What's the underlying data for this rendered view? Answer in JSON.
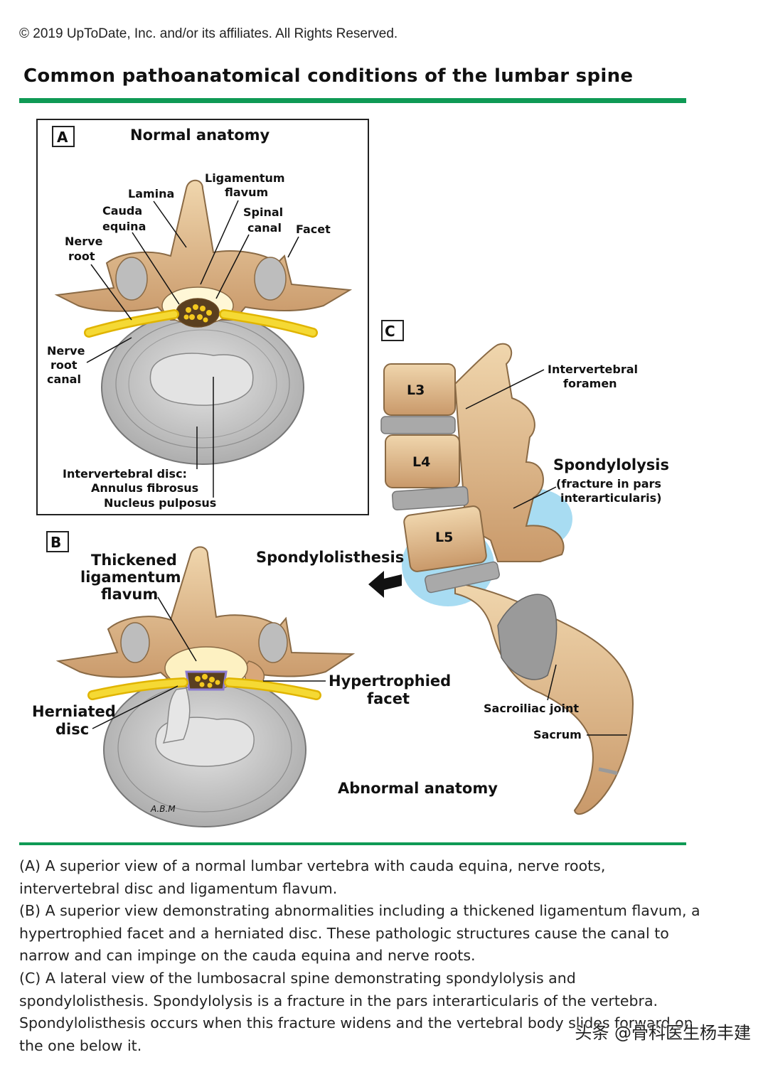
{
  "header": {
    "copyright": "© 2019 UpToDate, Inc. and/or its affiliates. All Rights Reserved.",
    "title": "Common pathoanatomical conditions of the lumbar spine"
  },
  "panel_a": {
    "letter": "A",
    "heading": "Normal anatomy",
    "labels": {
      "ligamentum_flavum": [
        "Ligamentum",
        "flavum"
      ],
      "lamina": "Lamina",
      "cauda_equina": [
        "Cauda",
        "equina"
      ],
      "spinal_canal": [
        "Spinal",
        "canal"
      ],
      "facet": "Facet",
      "nerve_root": [
        "Nerve",
        "root"
      ],
      "nerve_root_canal": [
        "Nerve",
        "root",
        "canal"
      ],
      "disc": [
        "Intervertebral disc:",
        "Annulus fibrosus",
        "Nucleus pulposus"
      ]
    }
  },
  "panel_b": {
    "letter": "B",
    "labels": {
      "thickened": [
        "Thickened",
        "ligamentum",
        "flavum"
      ],
      "hypertrophied": [
        "Hypertrophied",
        "facet"
      ],
      "herniated": [
        "Herniated",
        "disc"
      ],
      "signature": "A.B.M"
    }
  },
  "panel_c": {
    "letter": "C",
    "labels": {
      "foramen": [
        "Intervertebral",
        "foramen"
      ],
      "L3": "L3",
      "L4": "L4",
      "L5": "L5",
      "spondylolysis": "Spondylolysis",
      "spondylolysis_note": [
        "(fracture in pars",
        "interarticularis)"
      ],
      "spondylolisthesis": "Spondylolisthesis",
      "sacroiliac": "Sacroiliac joint",
      "sacrum": "Sacrum",
      "abnormal": "Abnormal anatomy"
    }
  },
  "caption": [
    "(A) A superior view of a normal lumbar vertebra with cauda equina, nerve roots, intervertebral disc and ligamentum flavum.",
    "(B) A superior view demonstrating abnormalities including a thickened ligamentum flavum, a hypertrophied facet and a herniated disc. These pathologic structures cause the canal to narrow and can impinge on the cauda equina and nerve roots.",
    "(C) A lateral view of the lumbosacral spine demonstrating spondylolysis and spondylolisthesis. Spondylolysis is a fracture in the pars interarticularis of the vertebra. Spondylolisthesis occurs when this fracture widens and the vertebral body slides forward on the one below it."
  ],
  "watermark": "头条 @骨科医生杨丰建",
  "colors": {
    "accent_rule": "#0f9a55",
    "bone": "#e8c79a",
    "nerve": "#f2d22a",
    "disc": "#c9c9c9",
    "highlight": "#a8dcf2"
  }
}
